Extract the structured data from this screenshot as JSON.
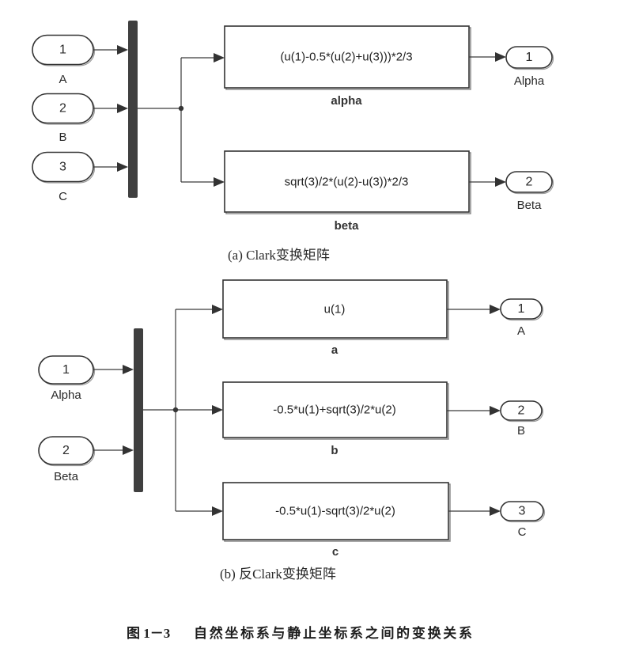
{
  "colors": {
    "background": "#ffffff",
    "wire": "#3a3a3a",
    "mux_bar": "#3f3f3f",
    "block_border": "#333333",
    "text": "#222222"
  },
  "panel_a": {
    "caption": "(a) Clark变换矩阵",
    "inports": [
      {
        "port": "1",
        "label": "A"
      },
      {
        "port": "2",
        "label": "B"
      },
      {
        "port": "3",
        "label": "C"
      }
    ],
    "fcn_blocks": [
      {
        "expression": "(u(1)-0.5*(u(2)+u(3)))*2/3",
        "name": "alpha"
      },
      {
        "expression": "sqrt(3)/2*(u(2)-u(3))*2/3",
        "name": "beta"
      }
    ],
    "outports": [
      {
        "port": "1",
        "label": "Alpha"
      },
      {
        "port": "2",
        "label": "Beta"
      }
    ]
  },
  "panel_b": {
    "caption": "(b) 反Clark变换矩阵",
    "inports": [
      {
        "port": "1",
        "label": "Alpha"
      },
      {
        "port": "2",
        "label": "Beta"
      }
    ],
    "fcn_blocks": [
      {
        "expression": "u(1)",
        "name": "a"
      },
      {
        "expression": "-0.5*u(1)+sqrt(3)/2*u(2)",
        "name": "b"
      },
      {
        "expression": "-0.5*u(1)-sqrt(3)/2*u(2)",
        "name": "c"
      }
    ],
    "outports": [
      {
        "port": "1",
        "label": "A"
      },
      {
        "port": "2",
        "label": "B"
      },
      {
        "port": "3",
        "label": "C"
      }
    ]
  },
  "figure": {
    "number": "图 1－3",
    "title": "自然坐标系与静止坐标系之间的变换关系"
  }
}
